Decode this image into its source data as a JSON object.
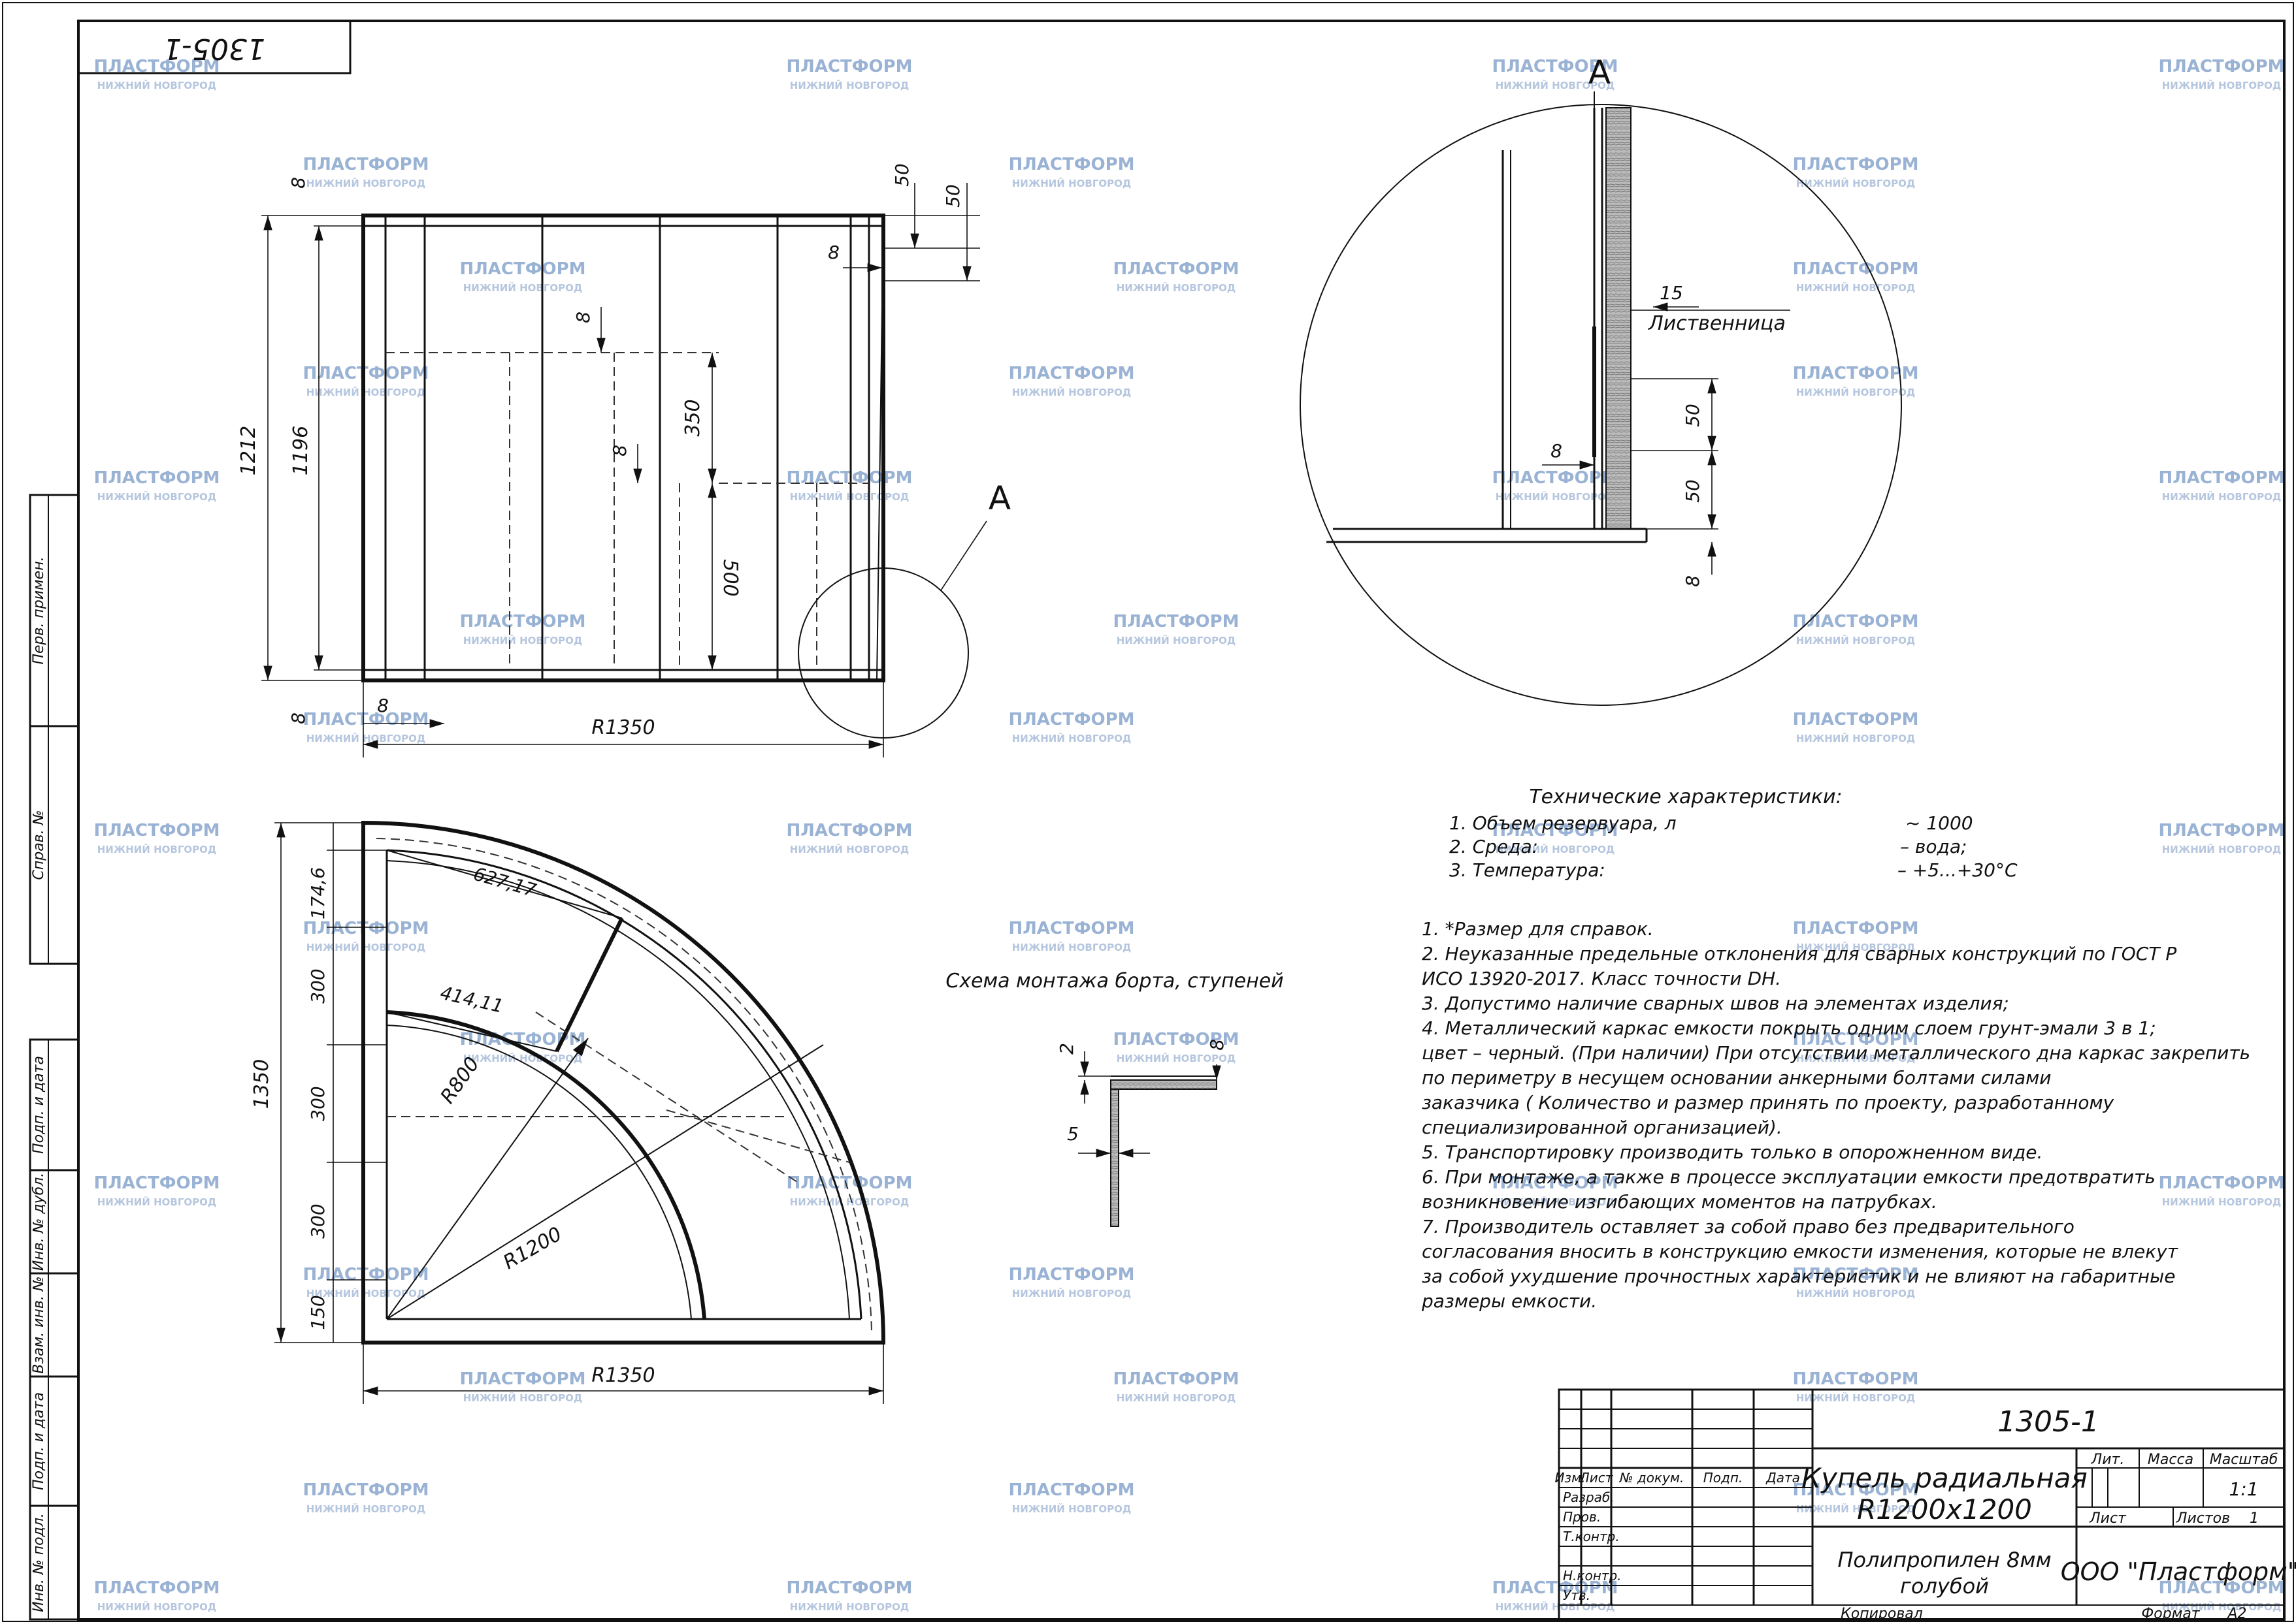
{
  "sheet": {
    "stamp_top": "1305-1",
    "designation": "1305-1",
    "title_line1": "Купель радиальная",
    "title_line2": "R1200x1200",
    "material_line1": "Полипропилен 8мм",
    "material_line2": "голубой",
    "company": "ООО \"Пластформ\"",
    "scale": "1:1",
    "sheet_no": "1",
    "hdr_lit": "Лит.",
    "hdr_mass": "Масса",
    "hdr_scale": "Масштаб",
    "hdr_list": "Лист",
    "hdr_lists": "Листов",
    "copied": "Копировал",
    "format_label": "Формат",
    "format_value": "A2",
    "cols": [
      "Изм.",
      "Лист",
      "№ докум.",
      "Подп.",
      "Дата"
    ],
    "rows": [
      "Разраб.",
      "Пров.",
      "Т.контр.",
      "Н.контр.",
      "Утв."
    ]
  },
  "side_stamps": [
    "Перв. примен.",
    "Справ. №",
    "Подп. и дата",
    "Инв. № дубл.",
    "Взам. инв. №",
    "Подп. и дата",
    "Инв. № подл."
  ],
  "watermark": {
    "title": "ПЛАСТФОРМ",
    "subtitle": "НИЖНИЙ НОВГОРОД"
  },
  "front_view": {
    "dims": [
      "8",
      "1212",
      "1196",
      "8",
      "8",
      "R1350",
      "50",
      "50",
      "8",
      "8",
      "350",
      "8",
      "500"
    ],
    "callout": "A"
  },
  "plan_view": {
    "dims": [
      "1350",
      "174,6",
      "300",
      "300",
      "300",
      "150",
      "R1350",
      "627,17",
      "414,11",
      "R800",
      "R1200"
    ]
  },
  "detail_a": {
    "label": "A",
    "material": "Лиственница",
    "dims": [
      "15",
      "50",
      "50",
      "8",
      "8"
    ]
  },
  "mount_scheme": {
    "title": "Схема монтажа борта, ступеней",
    "dims": [
      "2",
      "8",
      "5"
    ]
  },
  "tech": {
    "heading": "Технические характеристики:",
    "items": [
      {
        "label": "1. Объем резервуара, л",
        "value": "~ 1000"
      },
      {
        "label": "2. Среда:",
        "value": "– вода;"
      },
      {
        "label": "3. Температура:",
        "value": "– +5...+30°С"
      }
    ]
  },
  "notes": [
    "1.  *Размер для справок.",
    "2.  Неуказанные предельные отклонения для сварных конструкций по ГОСТ Р",
    "ИСО 13920-2017. Класс точности DН.",
    "3. Допустимо наличие сварных швов на элементах изделия;",
    "4. Металлический каркас емкости покрыть одним слоем грунт-эмали 3 в 1;",
    "цвет – черный. (При наличии) При отсутствии металлического дна каркас закрепить",
    "по периметру в несущем основании анкерными болтами силами",
    "заказчика ( Количество и размер принять по проекту, разработанному",
    "специализированной организацией).",
    "5. Транспортировку производить только в опорожненном виде.",
    "6. При монтаже, а также в процессе эксплуатации емкости предотвратить",
    "возникновение изгибающих моментов на патрубках.",
    "7. Производитель оставляет за собой право без предварительного",
    "согласования  вносить в конструкцию емкости изменения, которые не влекут",
    "за собой  ухудшение прочностных характеристик и не влияют на габаритные",
    "размеры емкости."
  ]
}
